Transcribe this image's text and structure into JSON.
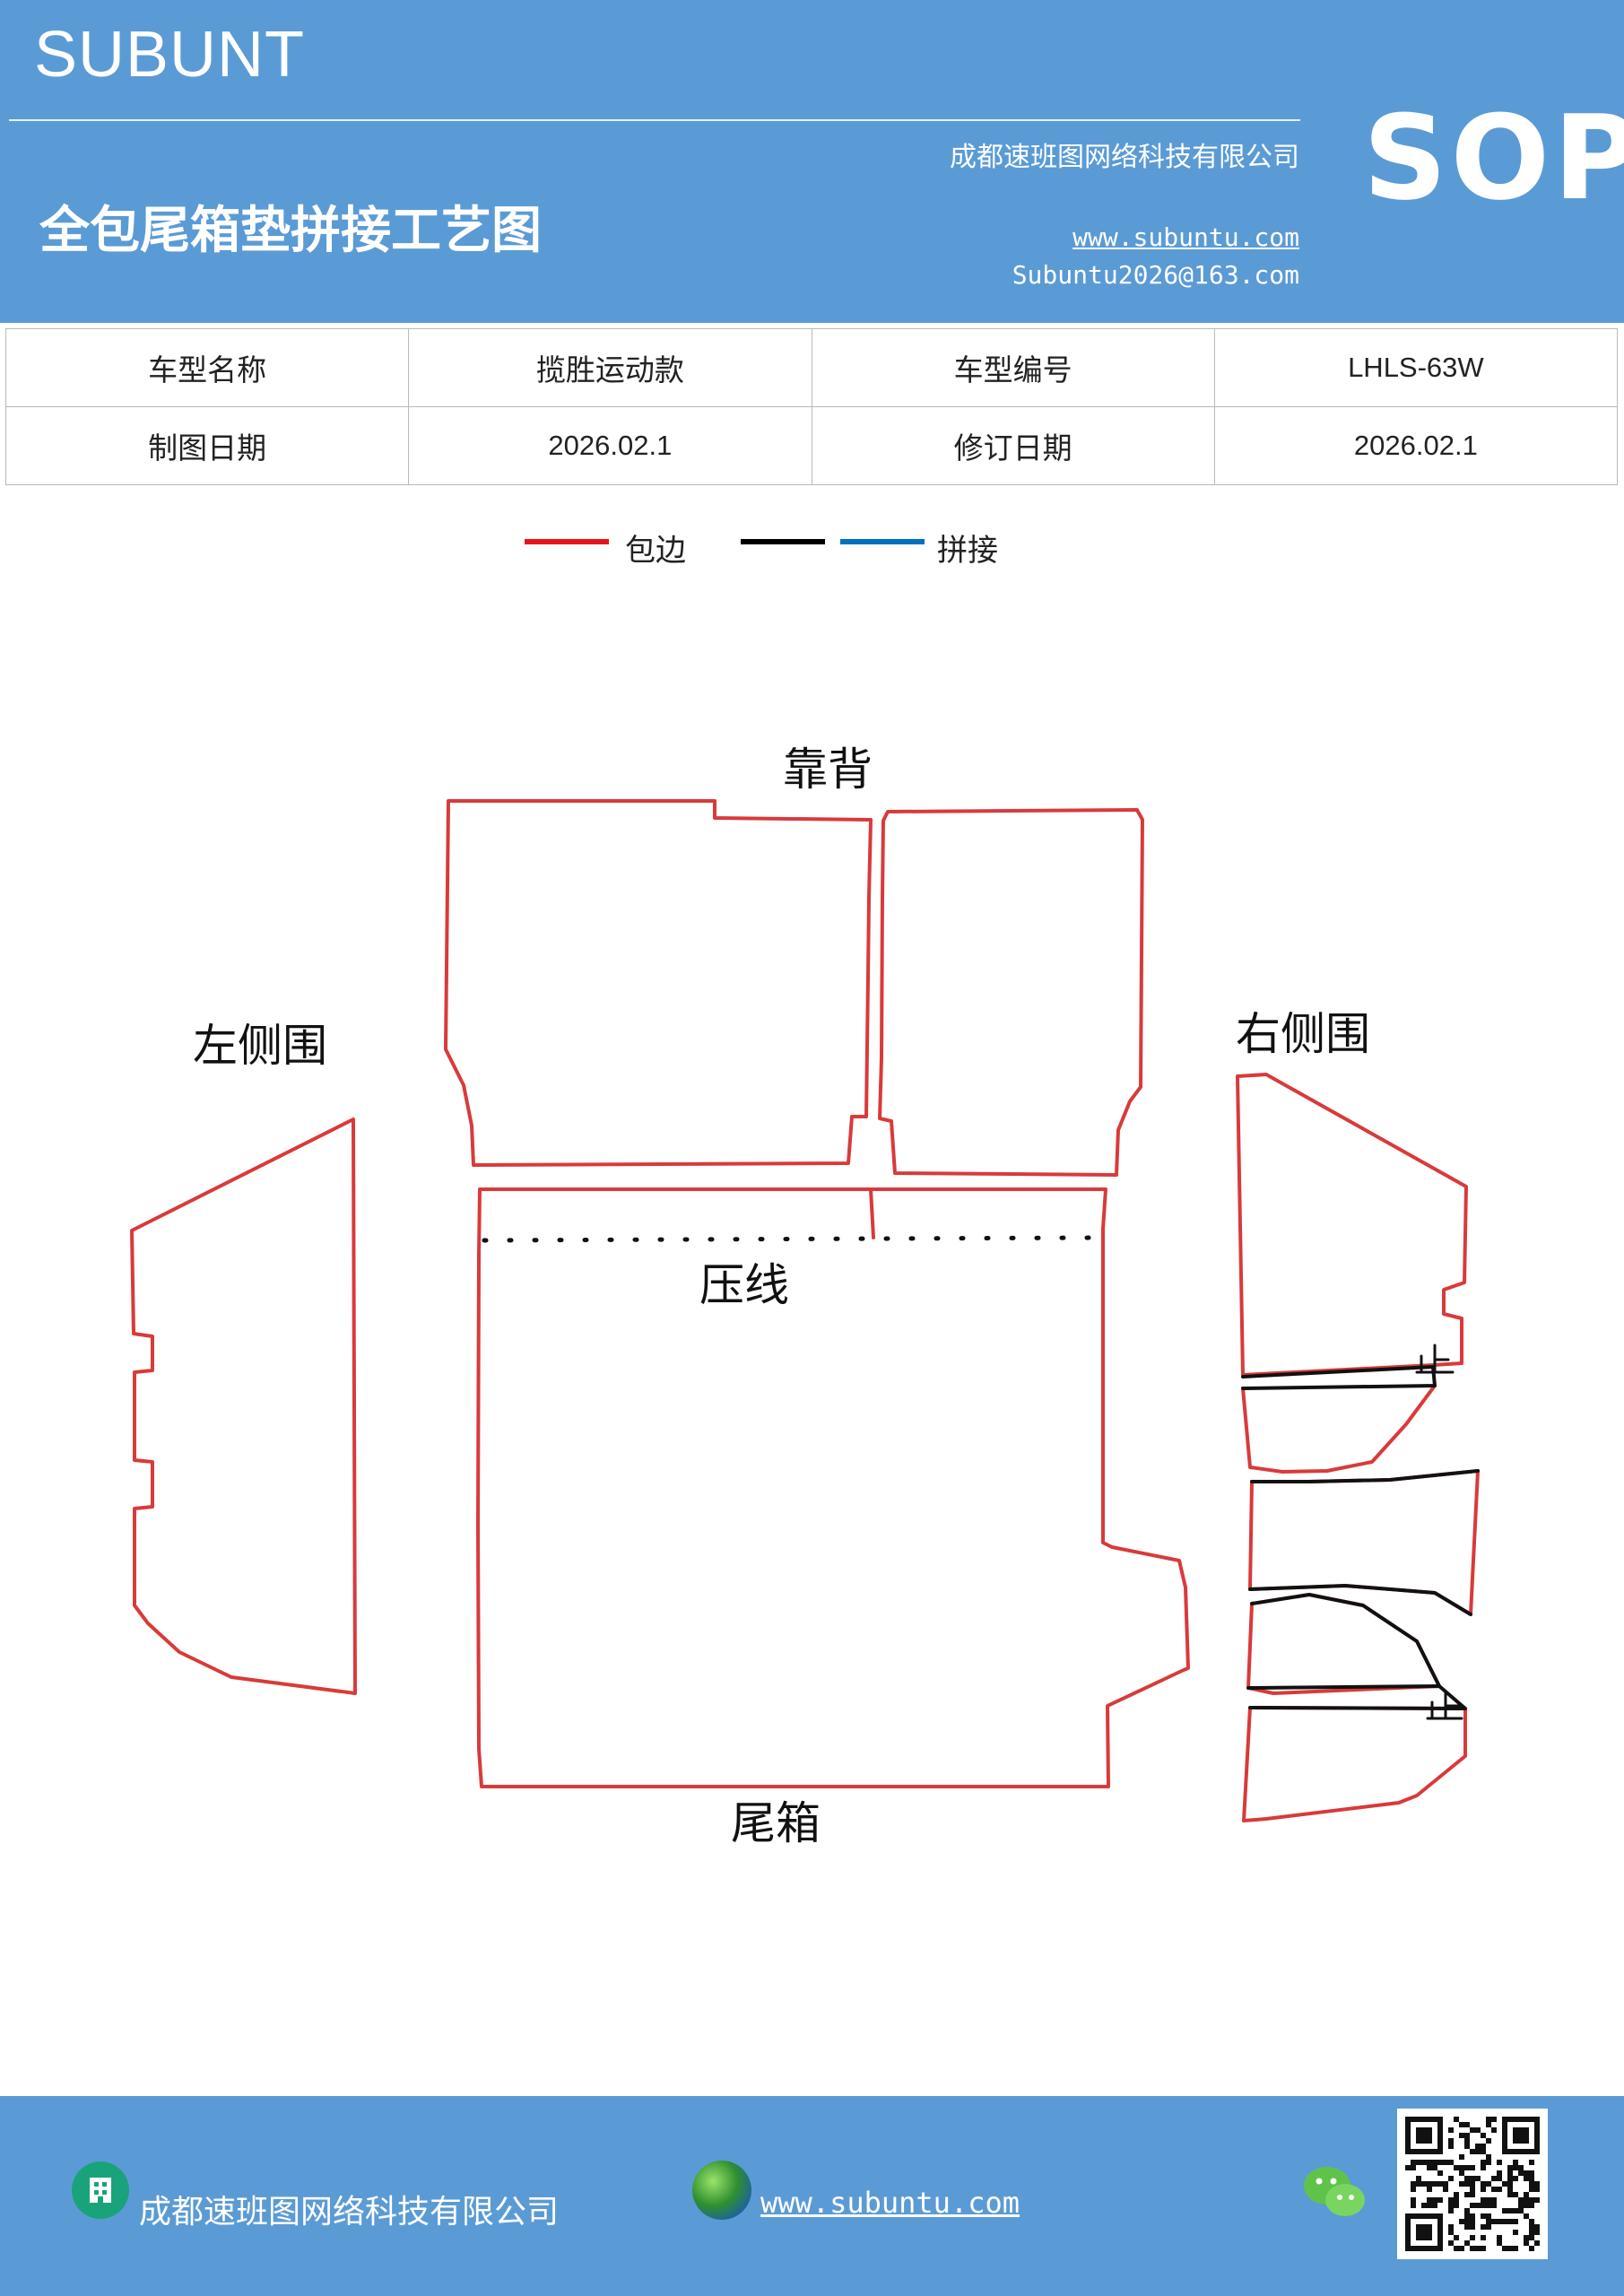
{
  "header": {
    "brand": "SUBUNT",
    "company": "成都速班图网络科技有限公司",
    "title": "全包尾箱垫拼接工艺图",
    "website": "www.subuntu.com",
    "email": "Subuntu2026@163.com",
    "badge": "SOP",
    "background_color": "#5b9bd5"
  },
  "info_table": {
    "rows": [
      [
        "车型名称",
        "揽胜运动款",
        "车型编号",
        "LHLS-63W"
      ],
      [
        "制图日期",
        "2026.02.1",
        "修订日期",
        "2026.02.1"
      ]
    ]
  },
  "legend": {
    "items": [
      {
        "color": "#e8141c",
        "label": "包边"
      },
      {
        "color": "#000000",
        "label": ""
      },
      {
        "color": "#0070c0",
        "label": "拼接"
      }
    ]
  },
  "diagram": {
    "labels": {
      "backrest": "靠背",
      "left_side": "左侧围",
      "right_side": "右侧围",
      "press_line": "压线",
      "trunk": "尾箱"
    },
    "edge_colors": {
      "binding": "#d93a3a",
      "seam": "#111111"
    }
  },
  "footer": {
    "company": "成都速班图网络科技有限公司",
    "website": "www.subuntu.com",
    "icons": [
      "building-icon",
      "globe-icon",
      "wechat-icon",
      "qr-code"
    ]
  }
}
